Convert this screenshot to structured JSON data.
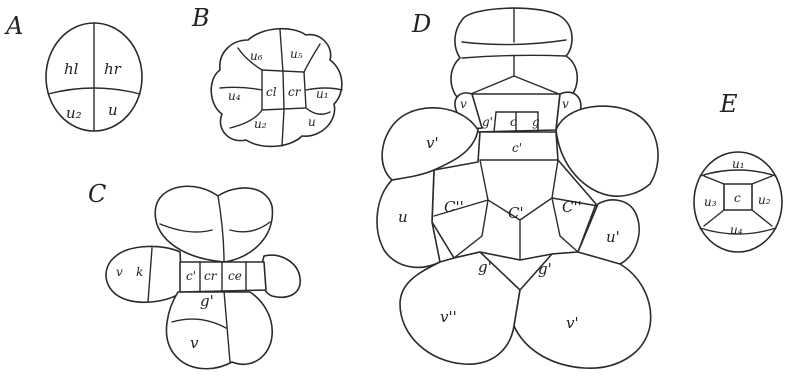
{
  "panels": [
    {
      "letter": "A",
      "labels": [
        "hl",
        "hr",
        "u₂",
        "u"
      ]
    },
    {
      "letter": "B",
      "labels": [
        "u₆",
        "u₅",
        "u₄",
        "cl",
        "cr",
        "u₁",
        "u₂",
        "u"
      ]
    },
    {
      "letter": "C",
      "labels": [
        "v",
        "k",
        "c'",
        "cr",
        "ce",
        "g'",
        "v"
      ]
    },
    {
      "letter": "D",
      "labels": [
        "v",
        "g'",
        "c",
        "g",
        "v",
        "v'",
        "c'",
        "C''",
        "C'",
        "C''",
        "u",
        "u'",
        "g'",
        "g'",
        "v''",
        "v'"
      ]
    },
    {
      "letter": "E",
      "labels": [
        "u₁",
        "u₃",
        "c",
        "u₂",
        "u₄"
      ]
    }
  ]
}
